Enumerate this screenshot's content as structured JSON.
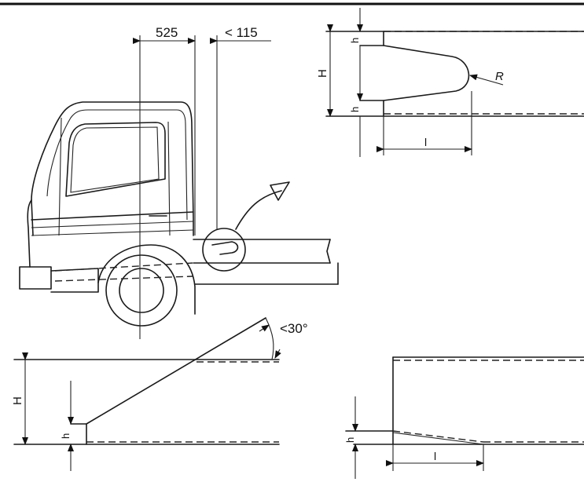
{
  "labels": {
    "dim_525": "525",
    "dim_115": "< 115",
    "angle_30": "<30°",
    "H_top": "H",
    "h_top_upper": "h",
    "h_top_lower": "h",
    "R": "R",
    "l_top": "l",
    "H_bottom": "H",
    "h_bottom_left": "h",
    "h_bottom_right": "h",
    "l_bottom": "l"
  },
  "colors": {
    "line": "#1a1a1a",
    "background": "#ffffff"
  }
}
